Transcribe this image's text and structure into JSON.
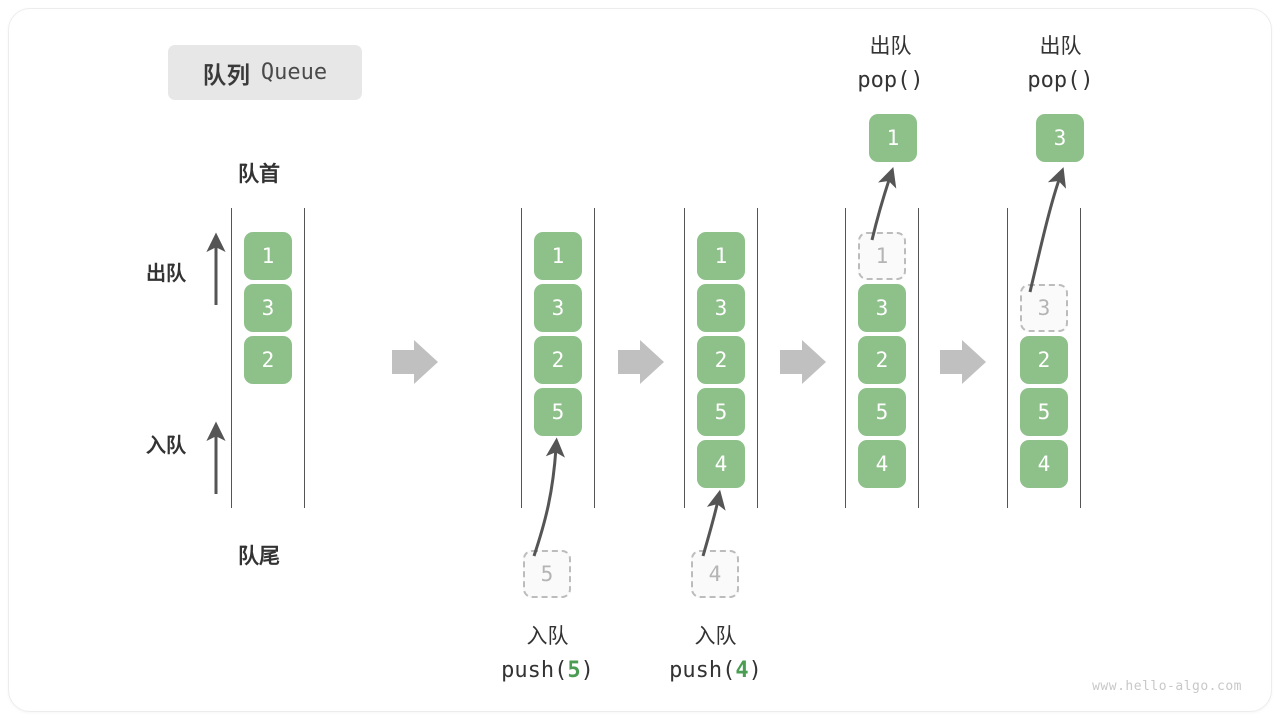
{
  "diagram": {
    "title_cn": "队列",
    "title_en": "Queue",
    "front_label": "队首",
    "rear_label": "队尾",
    "dequeue_side_label": "出队",
    "enqueue_side_label": "入队",
    "watermark": "www.hello-algo.com",
    "colors": {
      "cell_fill": "#8ec18a",
      "cell_text": "#ffffff",
      "ghost_border": "#bcbcbc",
      "ghost_text": "#b4b4b4",
      "arrow_gray": "#c0c0c0",
      "stroke_dark": "#555555",
      "accent_green": "#4a9d52",
      "badge_bg": "#e7e7e7"
    },
    "steps": [
      {
        "id": "initial",
        "cells": [
          "1",
          "3",
          "2"
        ],
        "ghost": null,
        "operation": null
      },
      {
        "id": "after-push-5",
        "cells": [
          "1",
          "3",
          "2",
          "5"
        ],
        "ghost": {
          "value": "5",
          "position": "below"
        },
        "operation": {
          "cn": "入队",
          "fn": "push(",
          "arg": "5",
          "fn_end": ")"
        }
      },
      {
        "id": "after-push-4",
        "cells": [
          "1",
          "3",
          "2",
          "5",
          "4"
        ],
        "ghost": {
          "value": "4",
          "position": "below"
        },
        "operation": {
          "cn": "入队",
          "fn": "push(",
          "arg": "4",
          "fn_end": ")"
        }
      },
      {
        "id": "after-pop-1",
        "cells": [
          "3",
          "2",
          "5",
          "4"
        ],
        "ghost": {
          "value": "1",
          "position": "slot0"
        },
        "popped": "1",
        "operation": {
          "cn": "出队",
          "fn": "pop(",
          "arg": "",
          "fn_end": ")"
        }
      },
      {
        "id": "after-pop-3",
        "cells": [
          "2",
          "5",
          "4"
        ],
        "ghost": {
          "value": "3",
          "position": "slot1"
        },
        "popped": "3",
        "operation": {
          "cn": "出队",
          "fn": "pop(",
          "arg": "",
          "fn_end": ")"
        }
      }
    ]
  }
}
